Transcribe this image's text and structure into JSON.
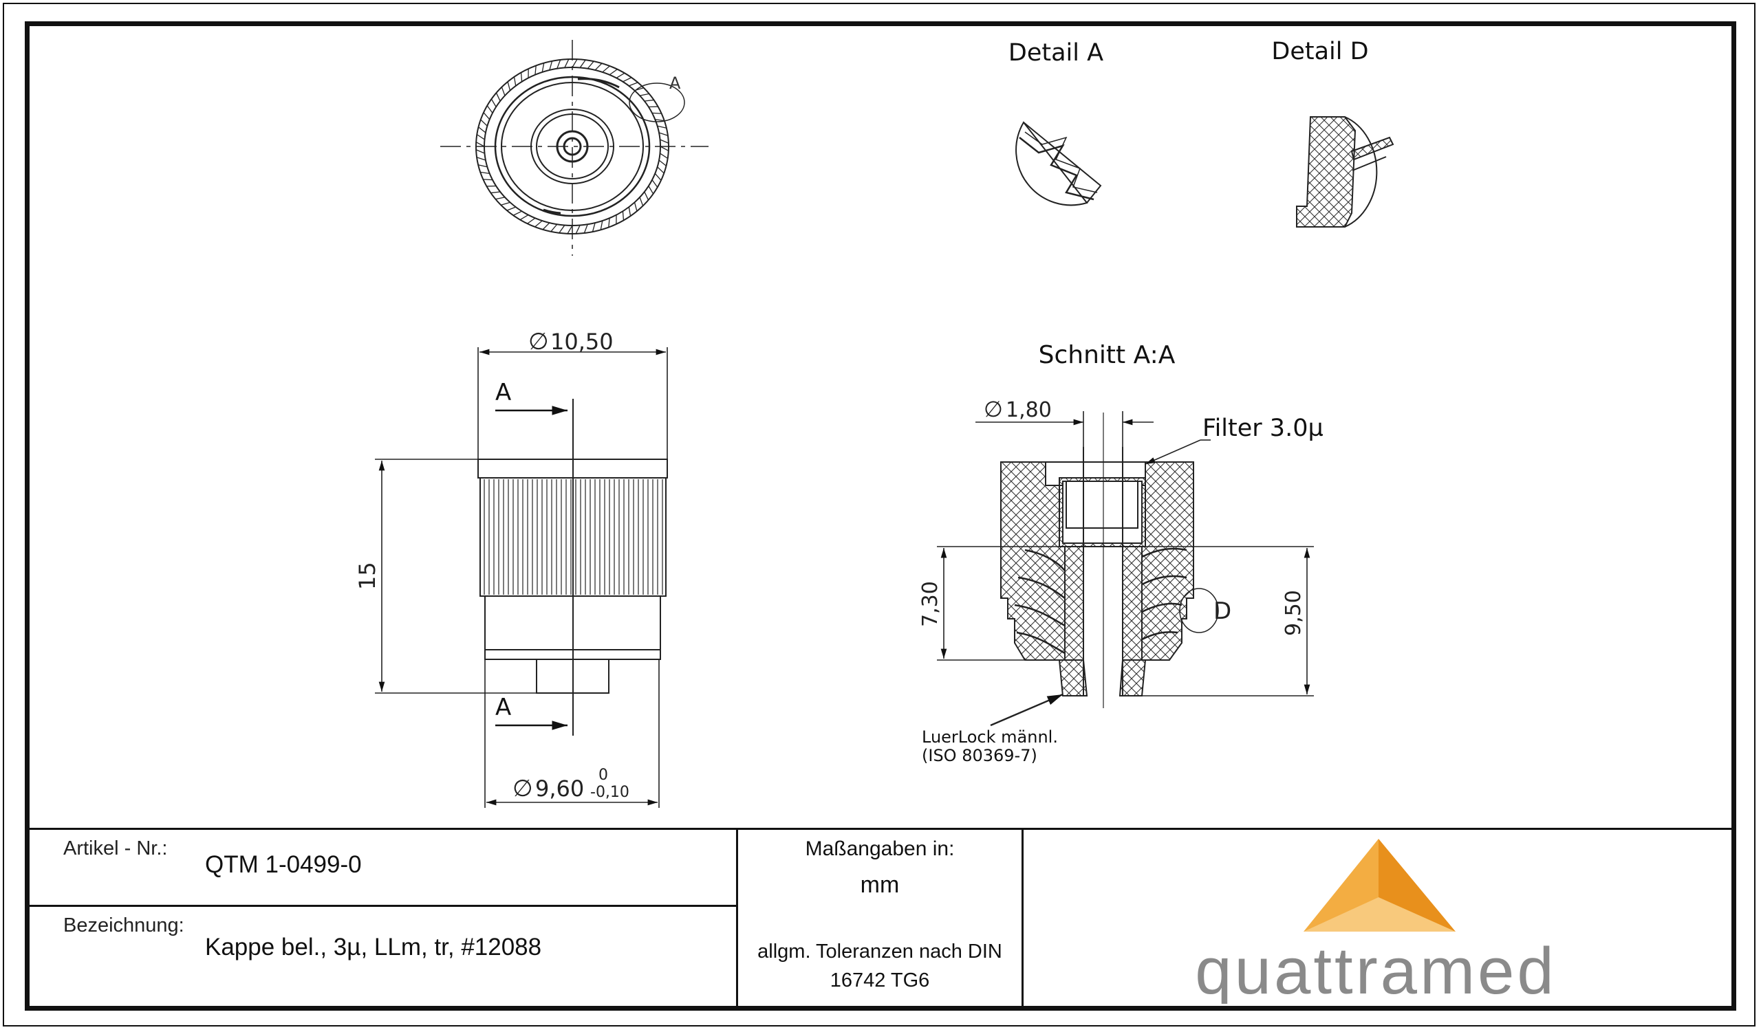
{
  "views": {
    "detail_a_title": "Detail A",
    "detail_d_title": "Detail D",
    "section_title": "Schnitt A:A",
    "top_view_marker": "A",
    "section_marker_top": "A",
    "section_marker_bottom": "A",
    "detail_d_marker": "D"
  },
  "dimensions": {
    "top_diameter": "10,50",
    "height": "15",
    "bottom_diameter": "9,60",
    "bottom_tol_upper": "0",
    "bottom_tol_lower": "-0,10",
    "bore_diameter": "1,80",
    "inner_depth": "7,30",
    "luer_height": "9,50",
    "diameter_symbol": "∅"
  },
  "annotations": {
    "filter": "Filter 3.0µ",
    "luer_line1": "LuerLock männl.",
    "luer_line2": "(ISO 80369-7)"
  },
  "title_block": {
    "article_label": "Artikel - Nr.:",
    "article_value": "QTM 1-0499-0",
    "designation_label": "Bezeichnung:",
    "designation_value": "Kappe bel., 3µ, LLm, tr, #12088",
    "units_label": "Maßangaben in:",
    "units_value": "mm",
    "tolerance_line1": "allgm. Toleranzen nach DIN",
    "tolerance_line2": "16742 TG6"
  },
  "logo": {
    "wordmark": "quattramed",
    "color_dark": "#E8901C",
    "color_mid": "#F3AD42",
    "color_light": "#F8C97C",
    "text_color": "#8a8a8a"
  }
}
